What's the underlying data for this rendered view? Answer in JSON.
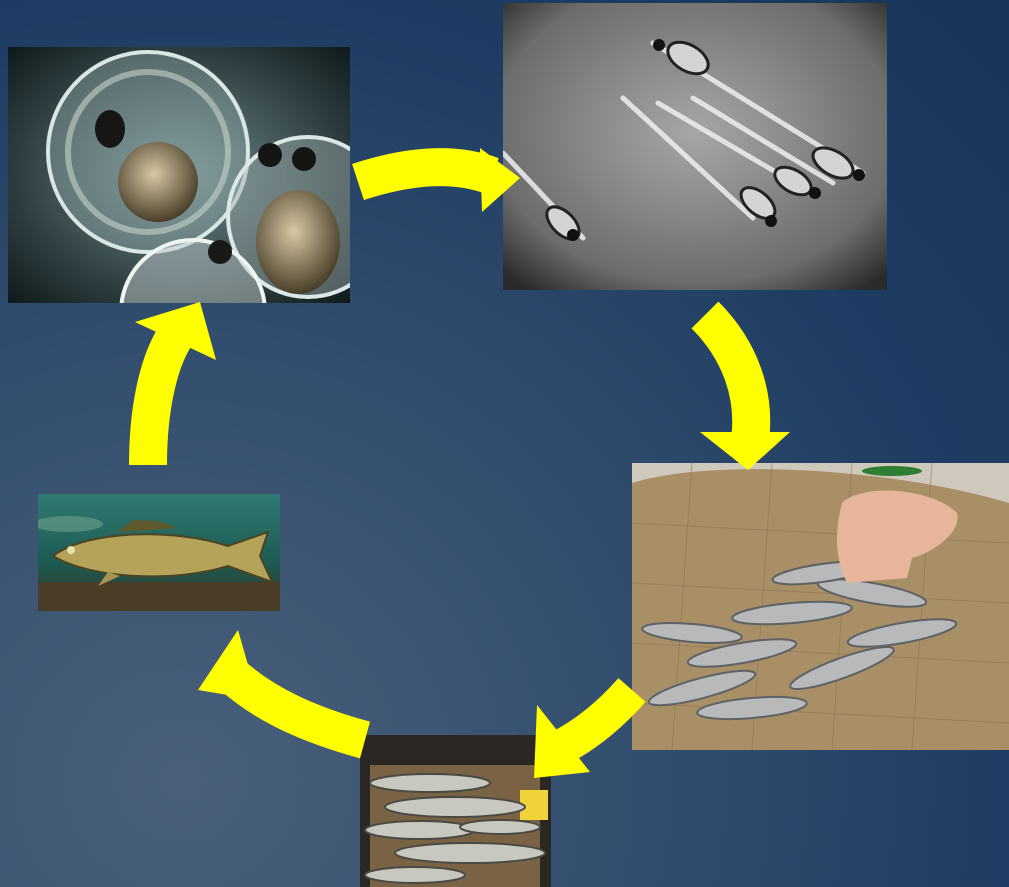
{
  "diagram": {
    "type": "life-cycle",
    "stages": [
      {
        "id": "eggs",
        "depicts": "fish-eggs-with-embryos"
      },
      {
        "id": "larvae",
        "depicts": "newly-hatched-larvae"
      },
      {
        "id": "fingerlings",
        "depicts": "fingerlings-held-in-hand-on-net"
      },
      {
        "id": "juveniles",
        "depicts": "juvenile-fish-in-tray"
      },
      {
        "id": "adult",
        "depicts": "adult-walleye-underwater"
      }
    ],
    "cycle_order": [
      "eggs",
      "larvae",
      "fingerlings",
      "juveniles",
      "adult",
      "eggs"
    ]
  },
  "colors": {
    "arrow": "#ffff00",
    "background_dark": "#183458",
    "background_light": "#4a607a"
  }
}
